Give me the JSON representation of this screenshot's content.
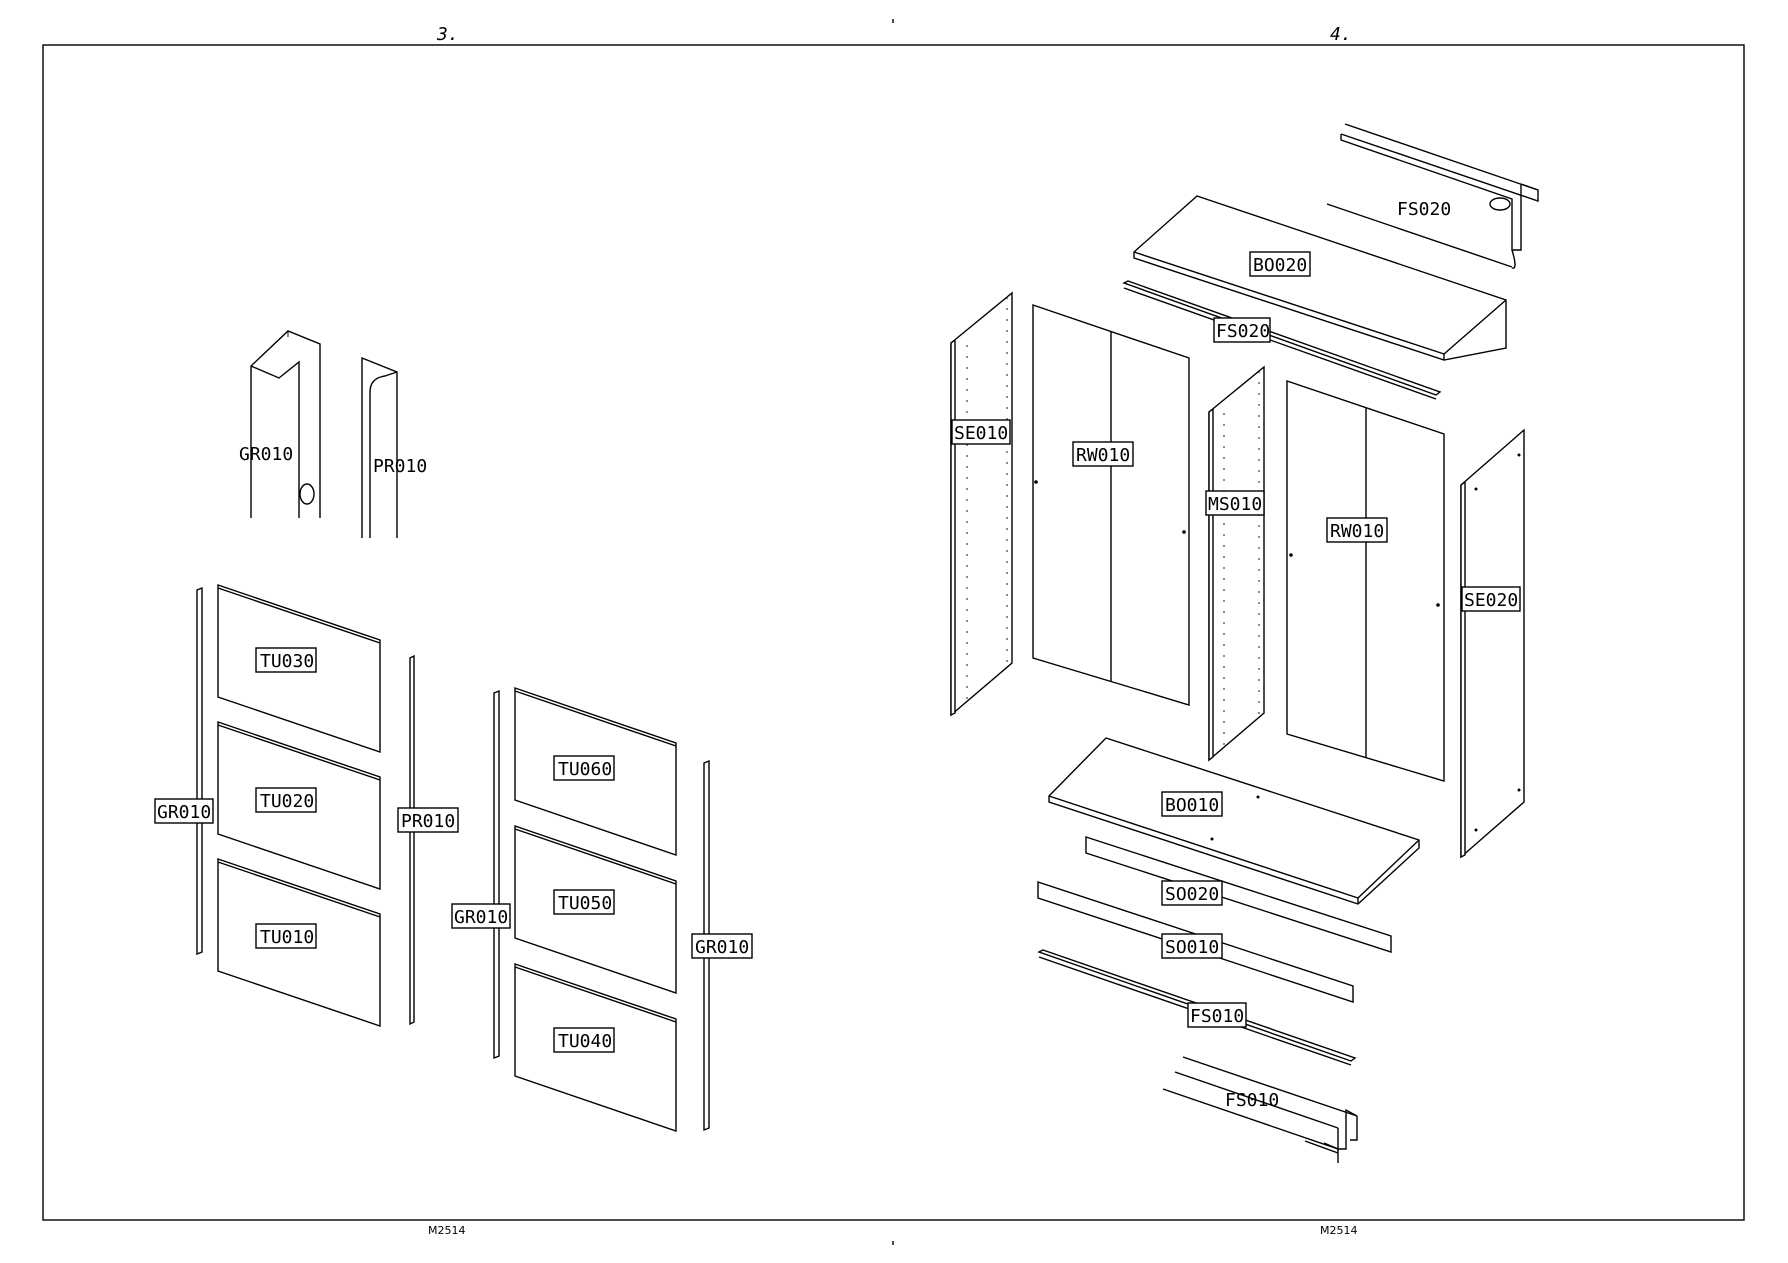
{
  "pages": {
    "left": {
      "number": "3.",
      "code": "M2514"
    },
    "right": {
      "number": "4.",
      "code": "M2514"
    }
  },
  "left_view": {
    "profile_labels": [
      "GR010",
      "PR010"
    ],
    "group1": {
      "rail_left": "GR010",
      "panels": [
        "TU030",
        "TU020",
        "TU010"
      ],
      "rail_right": "PR010"
    },
    "group2": {
      "rail_left": "GR010",
      "panels": [
        "TU060",
        "TU050",
        "TU040"
      ],
      "rail_right": "GR010"
    }
  },
  "right_view": {
    "fs020_top": "FS020",
    "bo020": "BO020",
    "fs020_front": "FS020",
    "se010": "SE010",
    "rw010_left": "RW010",
    "ms010": "MS010",
    "rw010_right": "RW010",
    "se020": "SE020",
    "bo010": "BO010",
    "so020": "SO020",
    "so010": "SO010",
    "fs010_front": "FS010",
    "fs010_bottom": "FS010"
  }
}
